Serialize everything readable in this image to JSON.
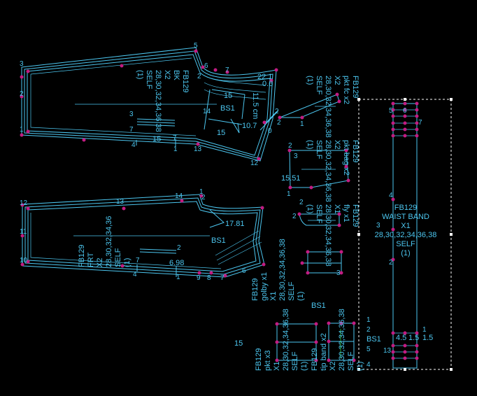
{
  "colors": {
    "background": "#000000",
    "line": "#4cc6ef",
    "point": "#c21c82",
    "selection": "#ffffff"
  },
  "back_piece": {
    "labels": [
      "FB129",
      "BK",
      "X2",
      "28,30,32,34,36,38",
      "SELF",
      "(1)"
    ],
    "measures": [
      "15",
      "15",
      "15",
      "BS1",
      "22.1",
      "0.6",
      "10.7",
      "11.5 cm"
    ],
    "points": [
      "3",
      "2",
      "1",
      "5",
      "6",
      "7",
      "12",
      "13",
      "14",
      "2",
      "3",
      "7",
      "4",
      "7",
      "1",
      "2",
      "0"
    ]
  },
  "front_piece": {
    "labels": [
      "FB129",
      "FRT",
      "X2",
      "28,30,32,34,36",
      "SELF",
      "(1)"
    ],
    "measures": [
      "17.81",
      "BS1",
      "6.98"
    ],
    "points": [
      "12",
      "11",
      "10",
      "13",
      "14",
      "1",
      "2",
      "7",
      "4",
      "1",
      "9",
      "8",
      "7",
      "6",
      "2"
    ]
  },
  "pocket_facing": {
    "labels": [
      "FB129",
      "pkt fc x2",
      "X2",
      "28,30,32,34,36,38",
      "SELF",
      "(1)"
    ],
    "points": [
      "2",
      "1"
    ]
  },
  "pocket_bag": {
    "labels": [
      "FB129",
      "pkt bag x2",
      "X2",
      "28,30,32,34,36,38",
      "SELF",
      "(1)"
    ],
    "measures": [
      "15.51"
    ],
    "points": [
      "2",
      "3",
      "1",
      "2"
    ]
  },
  "fly": {
    "labels": [
      "FB129",
      "fly x1",
      "X1",
      "28,30,32,34,36,38",
      "SELF",
      "(1)"
    ],
    "points": [
      "2"
    ]
  },
  "golby": {
    "labels": [
      "FB129",
      "golby x1",
      "X1",
      "28,30,32,34,36,38",
      "SELF",
      "(1)"
    ],
    "measures": [
      "BS1"
    ],
    "points": [
      "3"
    ]
  },
  "pocket": {
    "labels": [
      "FB129",
      "pkt x3",
      "X1",
      "28,30,32,34,36,38",
      "SELF",
      "(1)"
    ],
    "measures": [
      "15"
    ]
  },
  "tip_band": {
    "labels": [
      "FB129",
      "tip band x2",
      "X2",
      "28,30,32,34,36,38",
      "SELF",
      "(1)"
    ],
    "measures": [
      "BS1"
    ],
    "points": [
      "1",
      "2",
      "5",
      "4"
    ]
  },
  "waist_band": {
    "labels": [
      "FB129",
      "WAIST BAND",
      "X1",
      "28,30,32,34,36,38",
      "SELF",
      "(1)"
    ],
    "measures": [
      "4.5",
      "1.5",
      "1.5"
    ],
    "points": [
      "5",
      "6",
      "7",
      "4",
      "3",
      "2",
      "1",
      "13"
    ]
  }
}
